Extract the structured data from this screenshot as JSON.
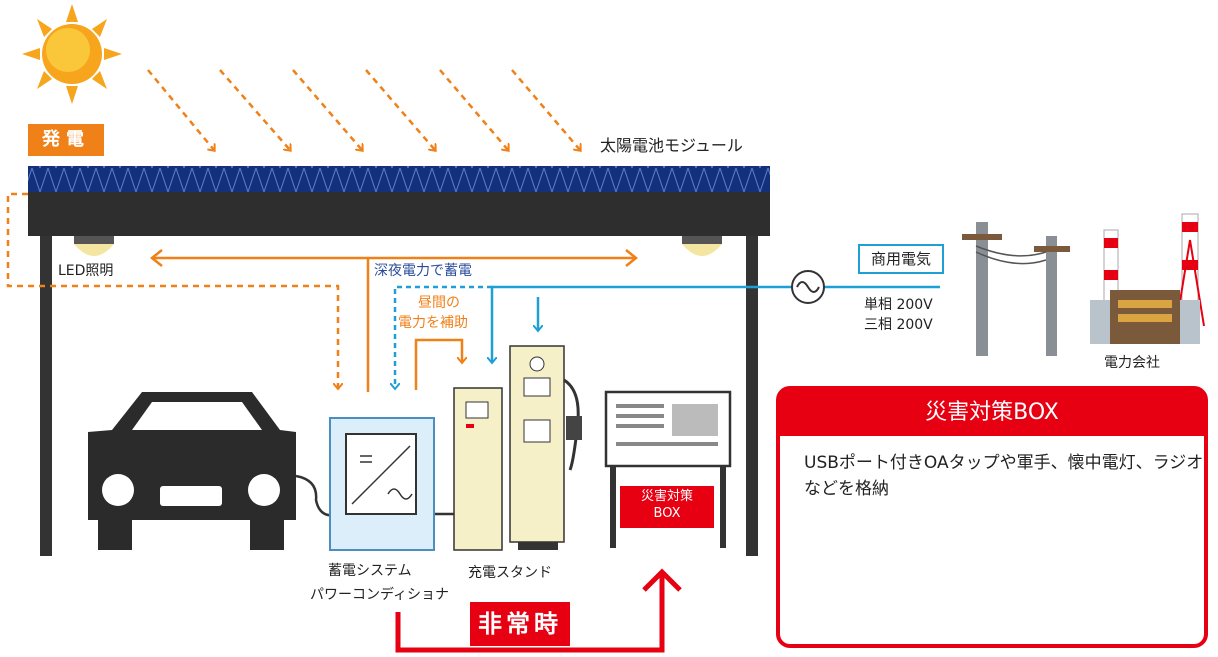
{
  "labels": {
    "generation": "発電",
    "solar_module": "太陽電池モジュール",
    "led_lighting": "LED照明",
    "night_storage": "深夜電力で蓄電",
    "daytime_supplement_1": "昼間の",
    "daytime_supplement_2": "電力を補助",
    "commercial_power": "商用電気",
    "single_phase": "単相 200V",
    "three_phase": "三相 200V",
    "power_company": "電力会社",
    "storage_system_1": "蓄電システム",
    "storage_system_2": "パワーコンディショナ",
    "charging_stand": "充電スタンド",
    "emergency": "非常時",
    "box_sign_1": "災害対策",
    "box_sign_2": "BOX",
    "panel_title": "災害対策BOX",
    "panel_desc": "USBポート付きOAタップや軍手、懐中電灯、ラジオなどを格納"
  },
  "colors": {
    "orange": "#f08018",
    "blue": "#1e9fd6",
    "red": "#e60012",
    "dark": "#333333"
  },
  "icons": [
    "sun-icon",
    "solar-panel-icon",
    "led-light-icon",
    "ac-source-icon",
    "utility-pole-icon",
    "power-plant-icon",
    "car-icon",
    "power-conditioner-icon",
    "charger-icon",
    "disaster-box-icon",
    "smartphone-icon",
    "gloves-icon",
    "flashlight-icon",
    "radio-icon",
    "power-strip-icon"
  ]
}
